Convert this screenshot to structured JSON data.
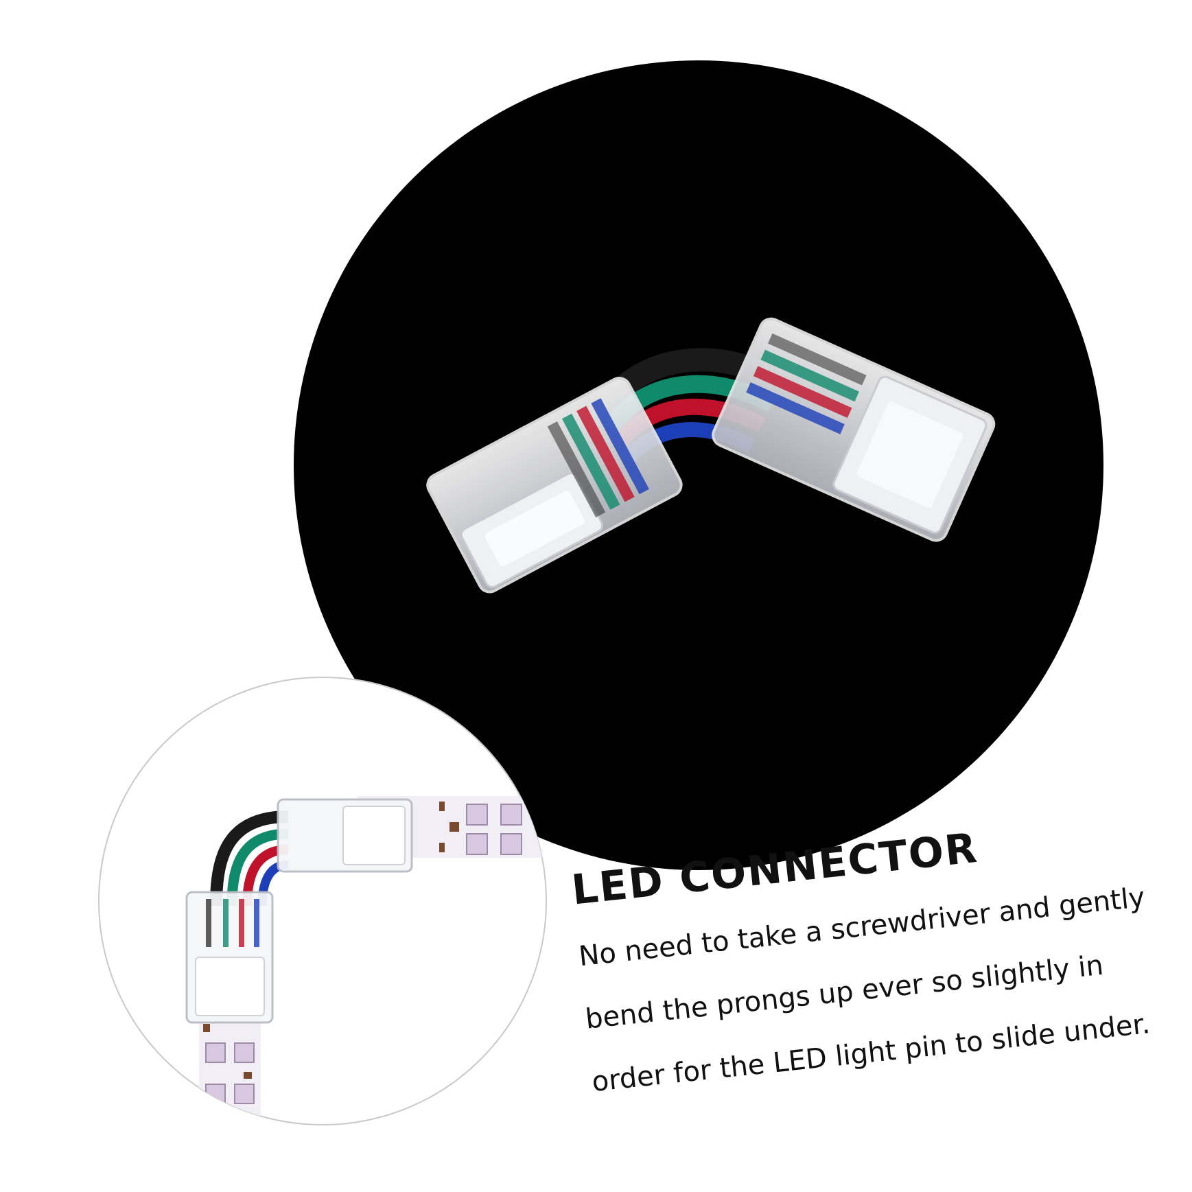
{
  "heading": "LED CONNECTOR",
  "description_lines": [
    "No need to take a screwdriver and gently",
    "bend the prongs up ever so slightly in",
    "order for the LED light pin to slide under."
  ],
  "colors": {
    "background": "#ffffff",
    "dark_circle": "#000000",
    "wire_black": "#1a1a1a",
    "wire_green": "#0f8a6b",
    "wire_red": "#c0112a",
    "wire_blue": "#1c3fb8",
    "strip": "#f2eef5"
  }
}
